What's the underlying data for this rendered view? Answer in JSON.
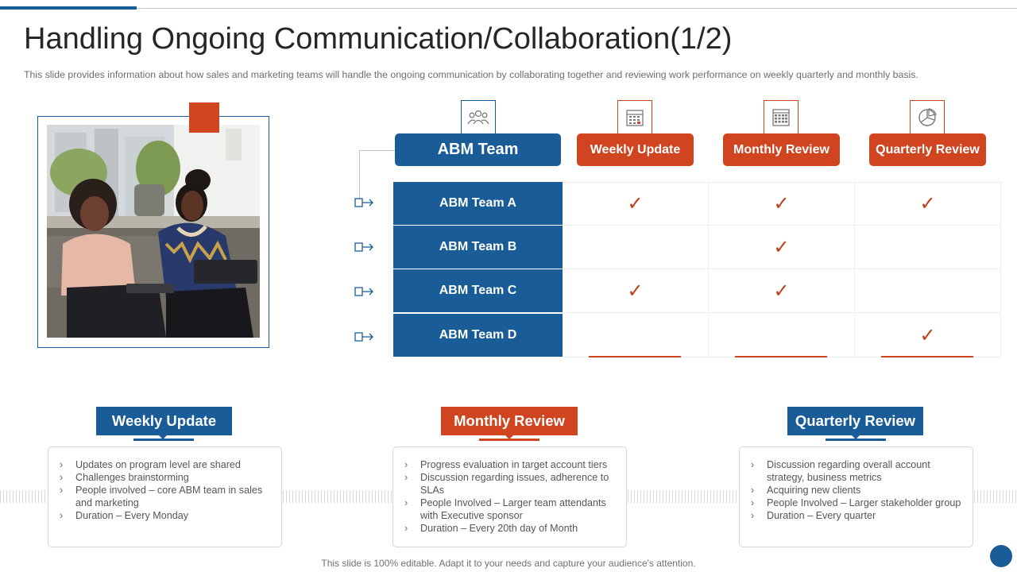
{
  "title": "Handling Ongoing Communication/Collaboration(1/2)",
  "subtitle": "This slide provides  information  about  how  sales  and  marketing  teams  will  handle  the  ongoing  communication  by  collaborating  together  and  reviewing  work  performance  on  weekly  quarterly  and  monthly  basis.",
  "colors": {
    "blue": "#1a5c97",
    "orange": "#d0441f"
  },
  "table": {
    "header_team": "ABM Team",
    "header_icon": "people-icon",
    "columns": [
      {
        "label": "Weekly Update",
        "icon": "calendar-icon"
      },
      {
        "label": "Monthly Review",
        "icon": "calendar-grid-icon"
      },
      {
        "label": "Quarterly Review",
        "icon": "pie-chart-icon"
      }
    ],
    "check_symbol": "✓",
    "rows": [
      {
        "team": "ABM Team A",
        "checks": [
          true,
          true,
          true
        ]
      },
      {
        "team": "ABM Team B",
        "checks": [
          false,
          true,
          false
        ]
      },
      {
        "team": "ABM Team C",
        "checks": [
          true,
          true,
          false
        ]
      },
      {
        "team": "ABM Team D",
        "checks": [
          false,
          false,
          true
        ]
      }
    ]
  },
  "sections": [
    {
      "title": "Weekly Update",
      "bullets": [
        "Updates on program level are shared",
        "Challenges brainstorming",
        "People involved  – core ABM team in sales and marketing",
        "Duration – Every Monday"
      ]
    },
    {
      "title": "Monthly Review",
      "bullets": [
        "Progress evaluation  in target account tiers",
        "Discussion regarding  issues, adherence to SLAs",
        "People Involved   – Larger team attendants with Executive sponsor",
        "Duration  – Every 20th day of Month"
      ]
    },
    {
      "title": "Quarterly Review",
      "bullets": [
        "Discussion regarding  overall account strategy, business  metrics",
        "Acquiring new clients",
        "People Involved  – Larger stakeholder group",
        "Duration  – Every quarter"
      ]
    }
  ],
  "bullet_symbol": "›",
  "footer": "This slide is 100% editable. Adapt it to your needs and capture your audience's attention."
}
